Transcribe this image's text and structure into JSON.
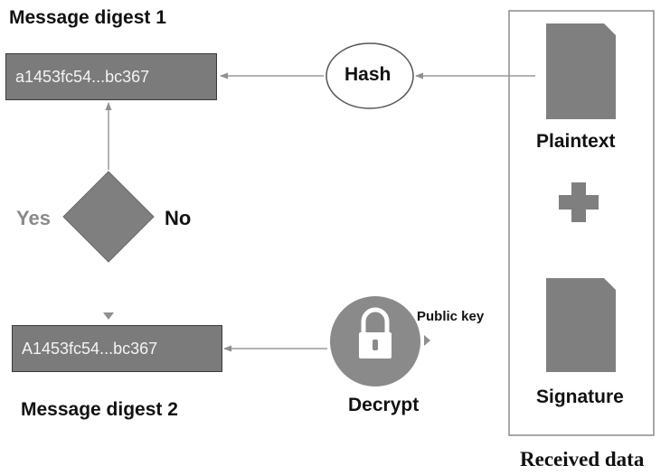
{
  "digest1": {
    "title": "Message digest 1",
    "value": "a1453fc54...bc367"
  },
  "digest2": {
    "title": "Message digest 2",
    "value": "A1453fc54...bc367"
  },
  "hash": {
    "label": "Hash"
  },
  "decision": {
    "yes": "Yes",
    "no": "No"
  },
  "decrypt": {
    "label": "Decrypt",
    "key_label": "Public key"
  },
  "received": {
    "plaintext": "Plaintext",
    "signature": "Signature",
    "caption": "Received data"
  },
  "colors": {
    "box_fill": "#7b7b7b",
    "shape_fill": "#7f7f7f",
    "circle_fill": "#8a8a8a",
    "arrow": "#9a9a9a"
  },
  "icons": [
    "document-icon",
    "plus-icon",
    "lock-icon",
    "diamond-decision-icon"
  ]
}
